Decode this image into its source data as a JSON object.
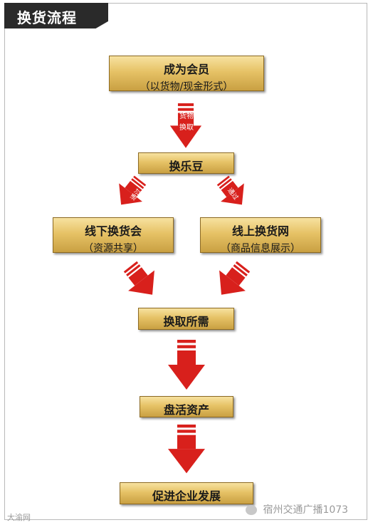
{
  "title": "换货流程",
  "nodes": {
    "member": {
      "line1": "成为会员",
      "line2": "（以货物/现金形式）"
    },
    "beans": {
      "line1": "换乐豆"
    },
    "offline": {
      "line1": "线下换货会",
      "line2": "（资源共享）"
    },
    "online": {
      "line1": "线上换货网",
      "line2": "（商品信息展示）"
    },
    "exchange": {
      "line1": "换取所需"
    },
    "revitalize": {
      "line1": "盘活资产"
    },
    "promote": {
      "line1": "促进企业发展"
    }
  },
  "arrow_labels": {
    "goods_exchange": "货物换取",
    "left": "通过",
    "right": "通过"
  },
  "watermarks": {
    "left": "大渝网",
    "right": "宿州交通广播1073"
  },
  "colors": {
    "arrow": "#d8201c",
    "box_light": "#f7e2a0",
    "box_dark": "#c9a042",
    "title_bg": "#2a2a2a"
  }
}
